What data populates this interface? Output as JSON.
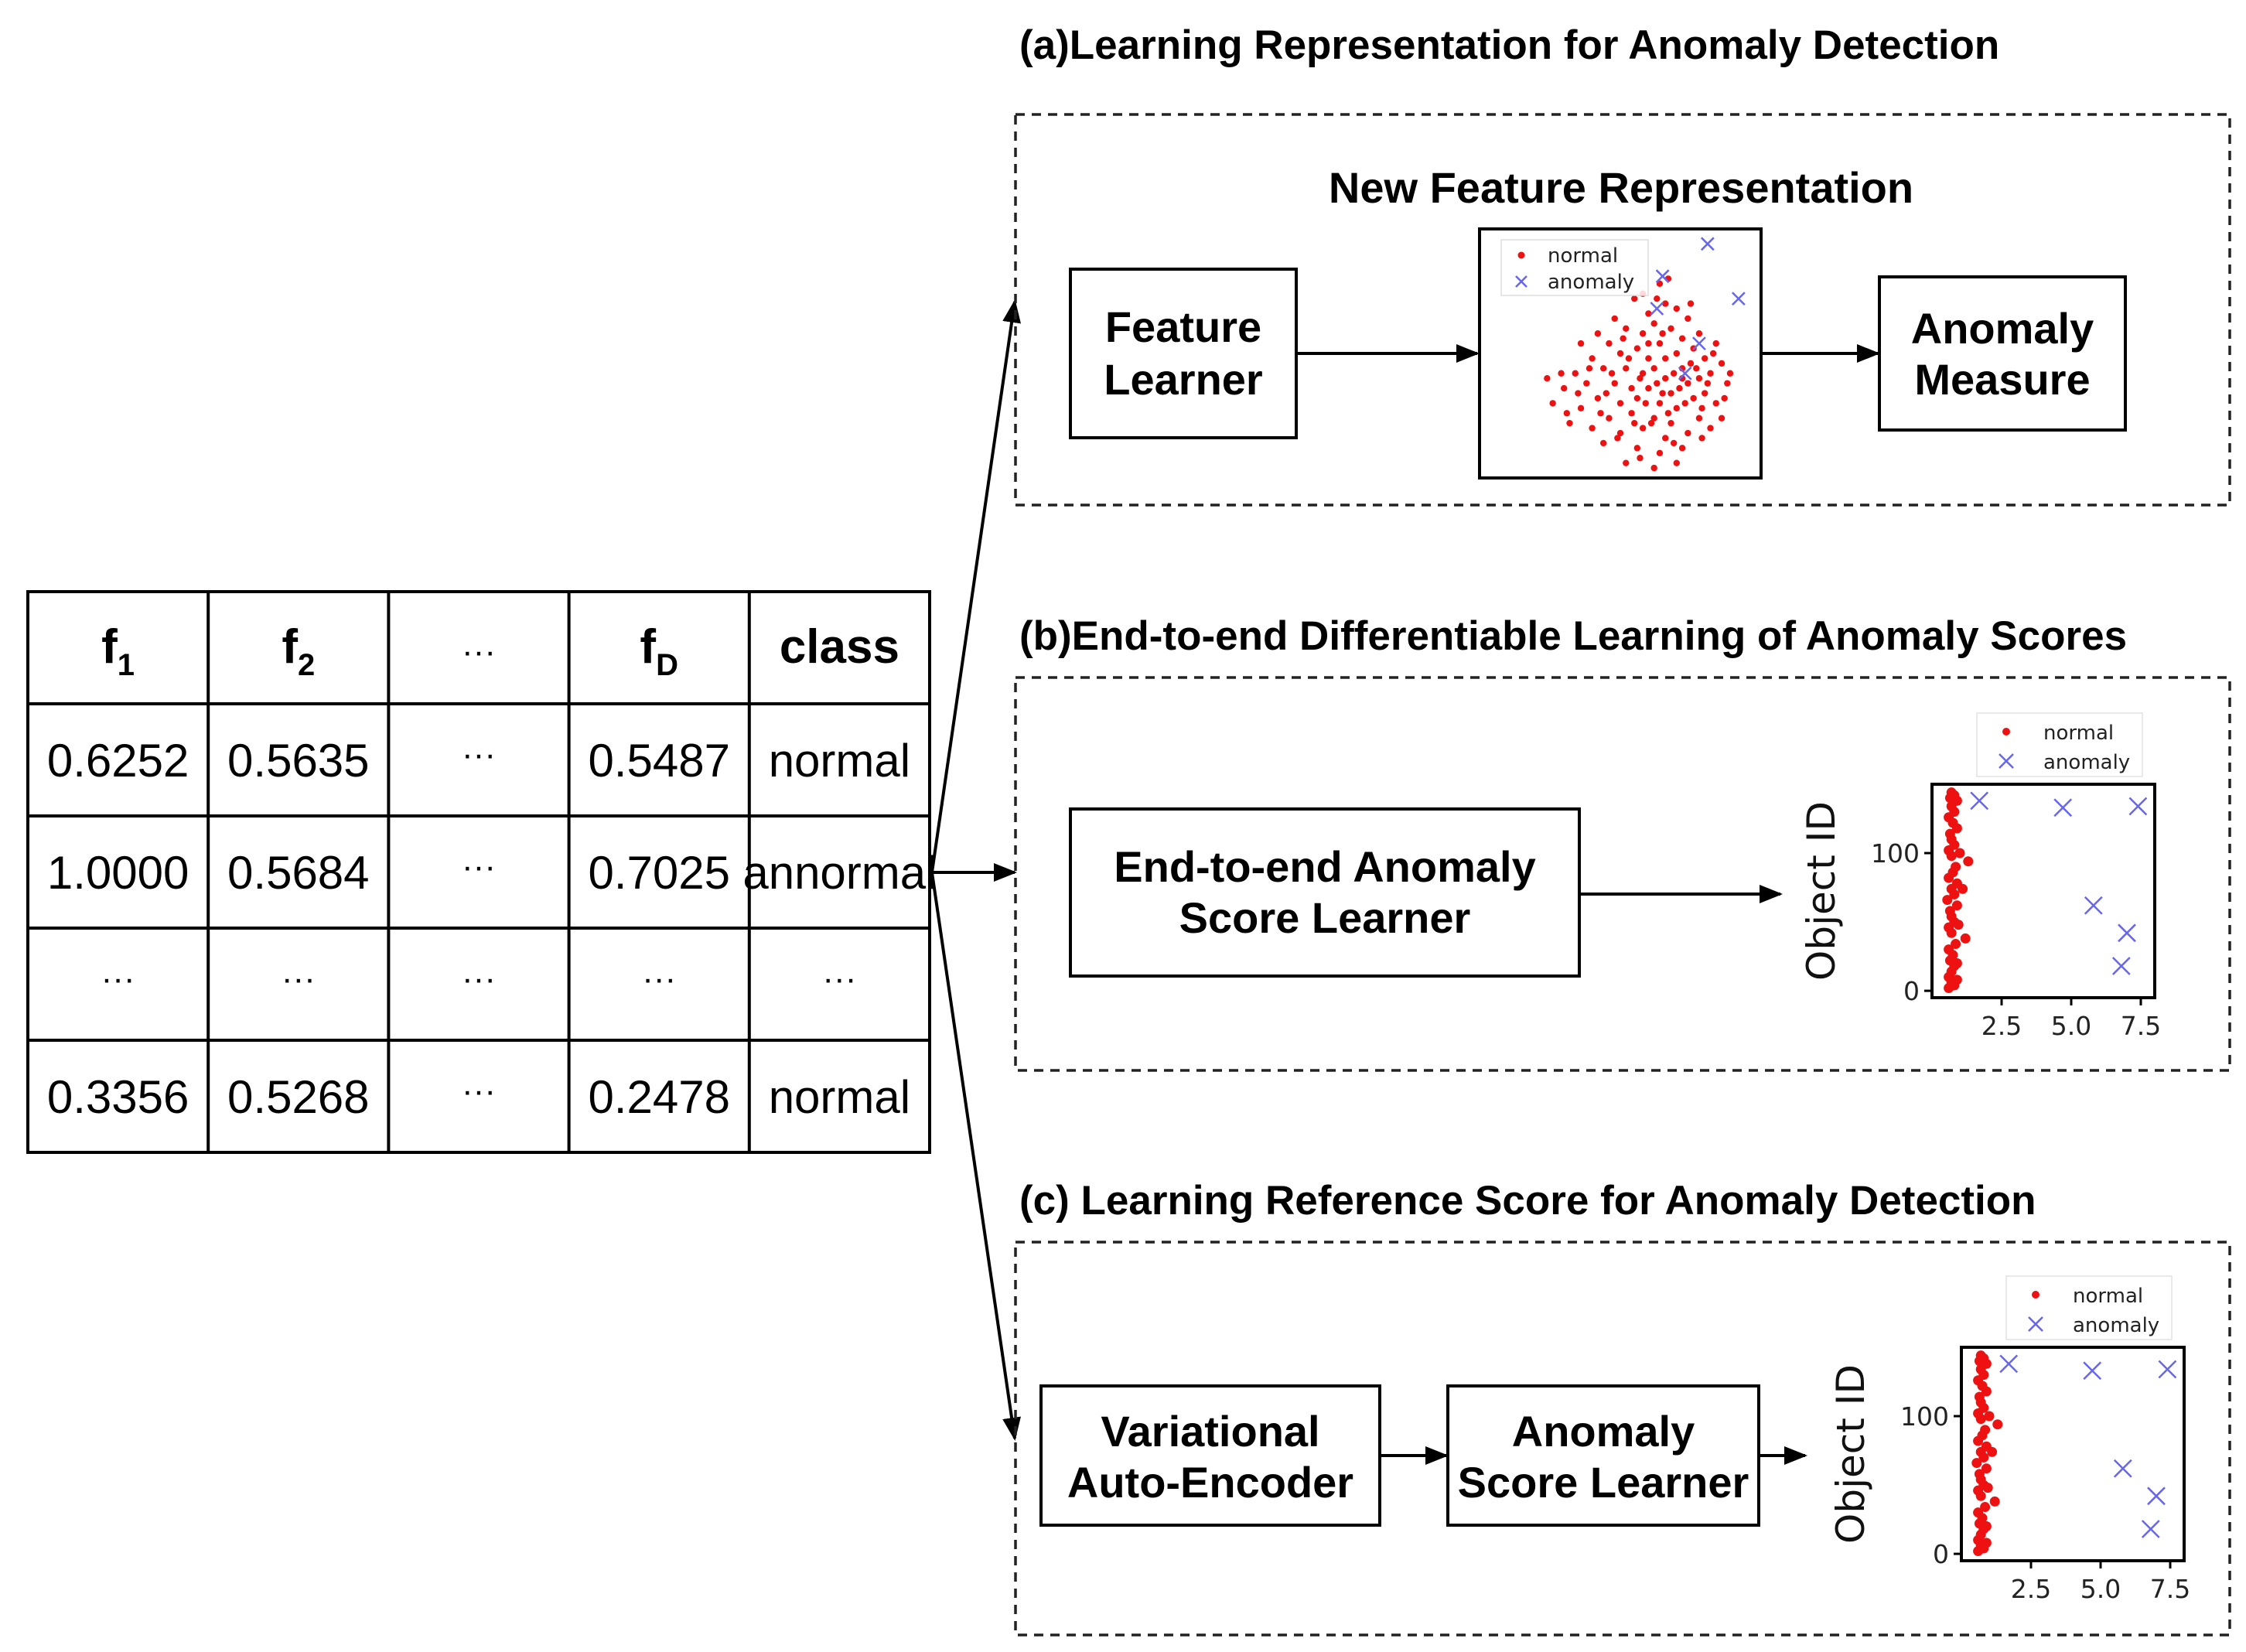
{
  "table": {
    "headers": [
      {
        "main": "f",
        "sub": "1"
      },
      {
        "main": "f",
        "sub": "2"
      },
      {
        "main": "···",
        "sub": ""
      },
      {
        "main": "f",
        "sub": "D"
      },
      {
        "main": "class",
        "sub": ""
      }
    ],
    "rows": [
      [
        "0.6252",
        "0.5635",
        "···",
        "0.5487",
        "normal"
      ],
      [
        "1.0000",
        "0.5684",
        "···",
        "0.7025",
        "annormal"
      ],
      [
        "···",
        "···",
        "···",
        "···",
        "···"
      ],
      [
        "0.3356",
        "0.5268",
        "···",
        "0.2478",
        "normal"
      ]
    ]
  },
  "sections": {
    "a": {
      "title": "(a)Learning Representation for Anomaly Detection",
      "subtitle": "New Feature Representation",
      "feature_learner": [
        "Feature",
        "Learner"
      ],
      "anomaly_measure": [
        "Anomaly",
        "Measure"
      ]
    },
    "b": {
      "title": "(b)End-to-end Differentiable Learning of Anomaly Scores",
      "learner": [
        "End-to-end Anomaly",
        "Score Learner"
      ]
    },
    "c": {
      "title": "(c) Learning Reference Score for Anomaly Detection",
      "vae": [
        "Variational",
        "Auto-Encoder"
      ],
      "learner": [
        "Anomaly",
        "Score Learner"
      ]
    }
  },
  "colors": {
    "normal": "#ee1111",
    "anomaly": "#6666ee"
  },
  "chart_data": [
    {
      "type": "scatter",
      "id": "feature-representation",
      "legend": [
        "normal",
        "anomaly"
      ],
      "legend_position": "top-left",
      "axes_visible": false,
      "series": [
        {
          "name": "normal",
          "marker": "dot",
          "points": [
            [
              0.64,
              0.22
            ],
            [
              0.55,
              0.28
            ],
            [
              0.66,
              0.3
            ],
            [
              0.6,
              0.34
            ],
            [
              0.7,
              0.32
            ],
            [
              0.74,
              0.36
            ],
            [
              0.52,
              0.4
            ],
            [
              0.58,
              0.42
            ],
            [
              0.62,
              0.38
            ],
            [
              0.68,
              0.4
            ],
            [
              0.72,
              0.44
            ],
            [
              0.78,
              0.42
            ],
            [
              0.46,
              0.46
            ],
            [
              0.5,
              0.5
            ],
            [
              0.56,
              0.48
            ],
            [
              0.6,
              0.52
            ],
            [
              0.64,
              0.46
            ],
            [
              0.7,
              0.5
            ],
            [
              0.76,
              0.48
            ],
            [
              0.8,
              0.52
            ],
            [
              0.84,
              0.46
            ],
            [
              0.4,
              0.52
            ],
            [
              0.44,
              0.56
            ],
            [
              0.52,
              0.56
            ],
            [
              0.58,
              0.58
            ],
            [
              0.62,
              0.56
            ],
            [
              0.66,
              0.6
            ],
            [
              0.72,
              0.56
            ],
            [
              0.78,
              0.6
            ],
            [
              0.82,
              0.58
            ],
            [
              0.86,
              0.54
            ],
            [
              0.34,
              0.58
            ],
            [
              0.38,
              0.62
            ],
            [
              0.48,
              0.62
            ],
            [
              0.54,
              0.64
            ],
            [
              0.6,
              0.64
            ],
            [
              0.68,
              0.66
            ],
            [
              0.74,
              0.62
            ],
            [
              0.8,
              0.66
            ],
            [
              0.88,
              0.62
            ],
            [
              0.3,
              0.64
            ],
            [
              0.42,
              0.68
            ],
            [
              0.5,
              0.7
            ],
            [
              0.56,
              0.68
            ],
            [
              0.64,
              0.7
            ],
            [
              0.7,
              0.72
            ],
            [
              0.76,
              0.68
            ],
            [
              0.84,
              0.7
            ],
            [
              0.26,
              0.7
            ],
            [
              0.36,
              0.72
            ],
            [
              0.46,
              0.76
            ],
            [
              0.54,
              0.74
            ],
            [
              0.62,
              0.76
            ],
            [
              0.68,
              0.78
            ],
            [
              0.78,
              0.76
            ],
            [
              0.86,
              0.76
            ],
            [
              0.32,
              0.78
            ],
            [
              0.4,
              0.8
            ],
            [
              0.5,
              0.82
            ],
            [
              0.58,
              0.8
            ],
            [
              0.66,
              0.84
            ],
            [
              0.74,
              0.82
            ],
            [
              0.82,
              0.8
            ],
            [
              0.44,
              0.86
            ],
            [
              0.56,
              0.88
            ],
            [
              0.64,
              0.9
            ],
            [
              0.72,
              0.88
            ],
            [
              0.52,
              0.94
            ],
            [
              0.62,
              0.96
            ],
            [
              0.7,
              0.94
            ],
            [
              0.48,
              0.36
            ],
            [
              0.42,
              0.42
            ],
            [
              0.36,
              0.46
            ],
            [
              0.58,
              0.26
            ],
            [
              0.67,
              0.2
            ],
            [
              0.6,
              0.46
            ],
            [
              0.66,
              0.52
            ],
            [
              0.72,
              0.6
            ],
            [
              0.57,
              0.6
            ],
            [
              0.63,
              0.62
            ],
            [
              0.69,
              0.58
            ],
            [
              0.75,
              0.54
            ],
            [
              0.53,
              0.52
            ],
            [
              0.47,
              0.58
            ],
            [
              0.59,
              0.7
            ],
            [
              0.65,
              0.66
            ],
            [
              0.71,
              0.64
            ],
            [
              0.79,
              0.72
            ],
            [
              0.45,
              0.66
            ],
            [
              0.39,
              0.56
            ],
            [
              0.61,
              0.78
            ],
            [
              0.67,
              0.74
            ],
            [
              0.55,
              0.78
            ],
            [
              0.73,
              0.7
            ],
            [
              0.81,
              0.62
            ],
            [
              0.87,
              0.68
            ],
            [
              0.29,
              0.58
            ],
            [
              0.35,
              0.66
            ],
            [
              0.43,
              0.74
            ],
            [
              0.77,
              0.56
            ],
            [
              0.51,
              0.44
            ],
            [
              0.65,
              0.42
            ],
            [
              0.83,
              0.5
            ],
            [
              0.89,
              0.58
            ],
            [
              0.24,
              0.6
            ],
            [
              0.31,
              0.74
            ],
            [
              0.49,
              0.84
            ],
            [
              0.69,
              0.86
            ],
            [
              0.79,
              0.84
            ],
            [
              0.57,
              0.92
            ],
            [
              0.75,
              0.3
            ],
            [
              0.63,
              0.28
            ]
          ]
        },
        {
          "name": "anomaly",
          "marker": "x",
          "points": [
            [
              0.81,
              0.06
            ],
            [
              0.92,
              0.28
            ],
            [
              0.65,
              0.19
            ],
            [
              0.73,
              0.58
            ],
            [
              0.78,
              0.46
            ],
            [
              0.63,
              0.32
            ]
          ]
        }
      ]
    },
    {
      "type": "scatter",
      "id": "end-to-end-scores",
      "ylabel": "Object ID",
      "xticks": [
        "2.5",
        "5.0",
        "7.5"
      ],
      "yticks": [
        "0",
        "100"
      ],
      "xlim": [
        0,
        8
      ],
      "ylim": [
        -5,
        150
      ],
      "legend": [
        "normal",
        "anomaly"
      ],
      "legend_position": "top",
      "series": [
        {
          "name": "normal",
          "marker": "dot",
          "points": [
            [
              0.6,
              2
            ],
            [
              0.8,
              4
            ],
            [
              0.7,
              6
            ],
            [
              0.9,
              8
            ],
            [
              0.6,
              10
            ],
            [
              0.7,
              14
            ],
            [
              0.8,
              18
            ],
            [
              0.65,
              22
            ],
            [
              0.75,
              26
            ],
            [
              0.6,
              30
            ],
            [
              0.85,
              34
            ],
            [
              1.2,
              38
            ],
            [
              0.7,
              42
            ],
            [
              0.6,
              46
            ],
            [
              0.8,
              50
            ],
            [
              0.7,
              54
            ],
            [
              0.65,
              58
            ],
            [
              0.9,
              62
            ],
            [
              0.55,
              66
            ],
            [
              0.8,
              70
            ],
            [
              0.7,
              74
            ],
            [
              0.9,
              78
            ],
            [
              0.6,
              82
            ],
            [
              0.75,
              86
            ],
            [
              0.85,
              90
            ],
            [
              1.3,
              94
            ],
            [
              0.7,
              98
            ],
            [
              0.6,
              102
            ],
            [
              0.8,
              106
            ],
            [
              0.7,
              110
            ],
            [
              0.65,
              114
            ],
            [
              0.9,
              118
            ],
            [
              0.75,
              122
            ],
            [
              0.6,
              126
            ],
            [
              0.8,
              130
            ],
            [
              0.7,
              134
            ],
            [
              0.9,
              138
            ],
            [
              0.65,
              140
            ],
            [
              0.8,
              142
            ],
            [
              0.7,
              144
            ],
            [
              1.0,
              100
            ],
            [
              1.1,
              74
            ],
            [
              0.95,
              48
            ],
            [
              0.9,
              20
            ]
          ]
        },
        {
          "name": "anomaly",
          "marker": "x",
          "points": [
            [
              1.7,
              138
            ],
            [
              4.7,
              133
            ],
            [
              7.4,
              134
            ],
            [
              5.8,
              62
            ],
            [
              7.0,
              42
            ],
            [
              6.8,
              18
            ]
          ]
        }
      ]
    },
    {
      "type": "scatter",
      "id": "reference-scores",
      "ylabel": "Object ID",
      "xticks": [
        "2.5",
        "5.0",
        "7.5"
      ],
      "yticks": [
        "0",
        "100"
      ],
      "xlim": [
        0,
        8
      ],
      "ylim": [
        -5,
        150
      ],
      "legend": [
        "normal",
        "anomaly"
      ],
      "legend_position": "top",
      "series": [
        {
          "name": "normal",
          "marker": "dot",
          "points": [
            [
              0.6,
              2
            ],
            [
              0.8,
              4
            ],
            [
              0.7,
              6
            ],
            [
              0.9,
              8
            ],
            [
              0.6,
              10
            ],
            [
              0.7,
              14
            ],
            [
              0.8,
              18
            ],
            [
              0.65,
              22
            ],
            [
              0.75,
              26
            ],
            [
              0.6,
              30
            ],
            [
              0.85,
              34
            ],
            [
              1.2,
              38
            ],
            [
              0.7,
              42
            ],
            [
              0.6,
              46
            ],
            [
              0.8,
              50
            ],
            [
              0.7,
              54
            ],
            [
              0.65,
              58
            ],
            [
              0.9,
              62
            ],
            [
              0.55,
              66
            ],
            [
              0.8,
              70
            ],
            [
              0.7,
              74
            ],
            [
              0.9,
              78
            ],
            [
              0.6,
              82
            ],
            [
              0.75,
              86
            ],
            [
              0.85,
              90
            ],
            [
              1.3,
              94
            ],
            [
              0.7,
              98
            ],
            [
              0.6,
              102
            ],
            [
              0.8,
              106
            ],
            [
              0.7,
              110
            ],
            [
              0.65,
              114
            ],
            [
              0.9,
              118
            ],
            [
              0.75,
              122
            ],
            [
              0.6,
              126
            ],
            [
              0.8,
              130
            ],
            [
              0.7,
              134
            ],
            [
              0.9,
              138
            ],
            [
              0.65,
              140
            ],
            [
              0.8,
              142
            ],
            [
              0.7,
              144
            ],
            [
              1.0,
              100
            ],
            [
              1.1,
              74
            ],
            [
              0.95,
              48
            ],
            [
              0.9,
              20
            ]
          ]
        },
        {
          "name": "anomaly",
          "marker": "x",
          "points": [
            [
              1.7,
              138
            ],
            [
              4.7,
              133
            ],
            [
              7.4,
              134
            ],
            [
              5.8,
              62
            ],
            [
              7.0,
              42
            ],
            [
              6.8,
              18
            ]
          ]
        }
      ]
    }
  ]
}
